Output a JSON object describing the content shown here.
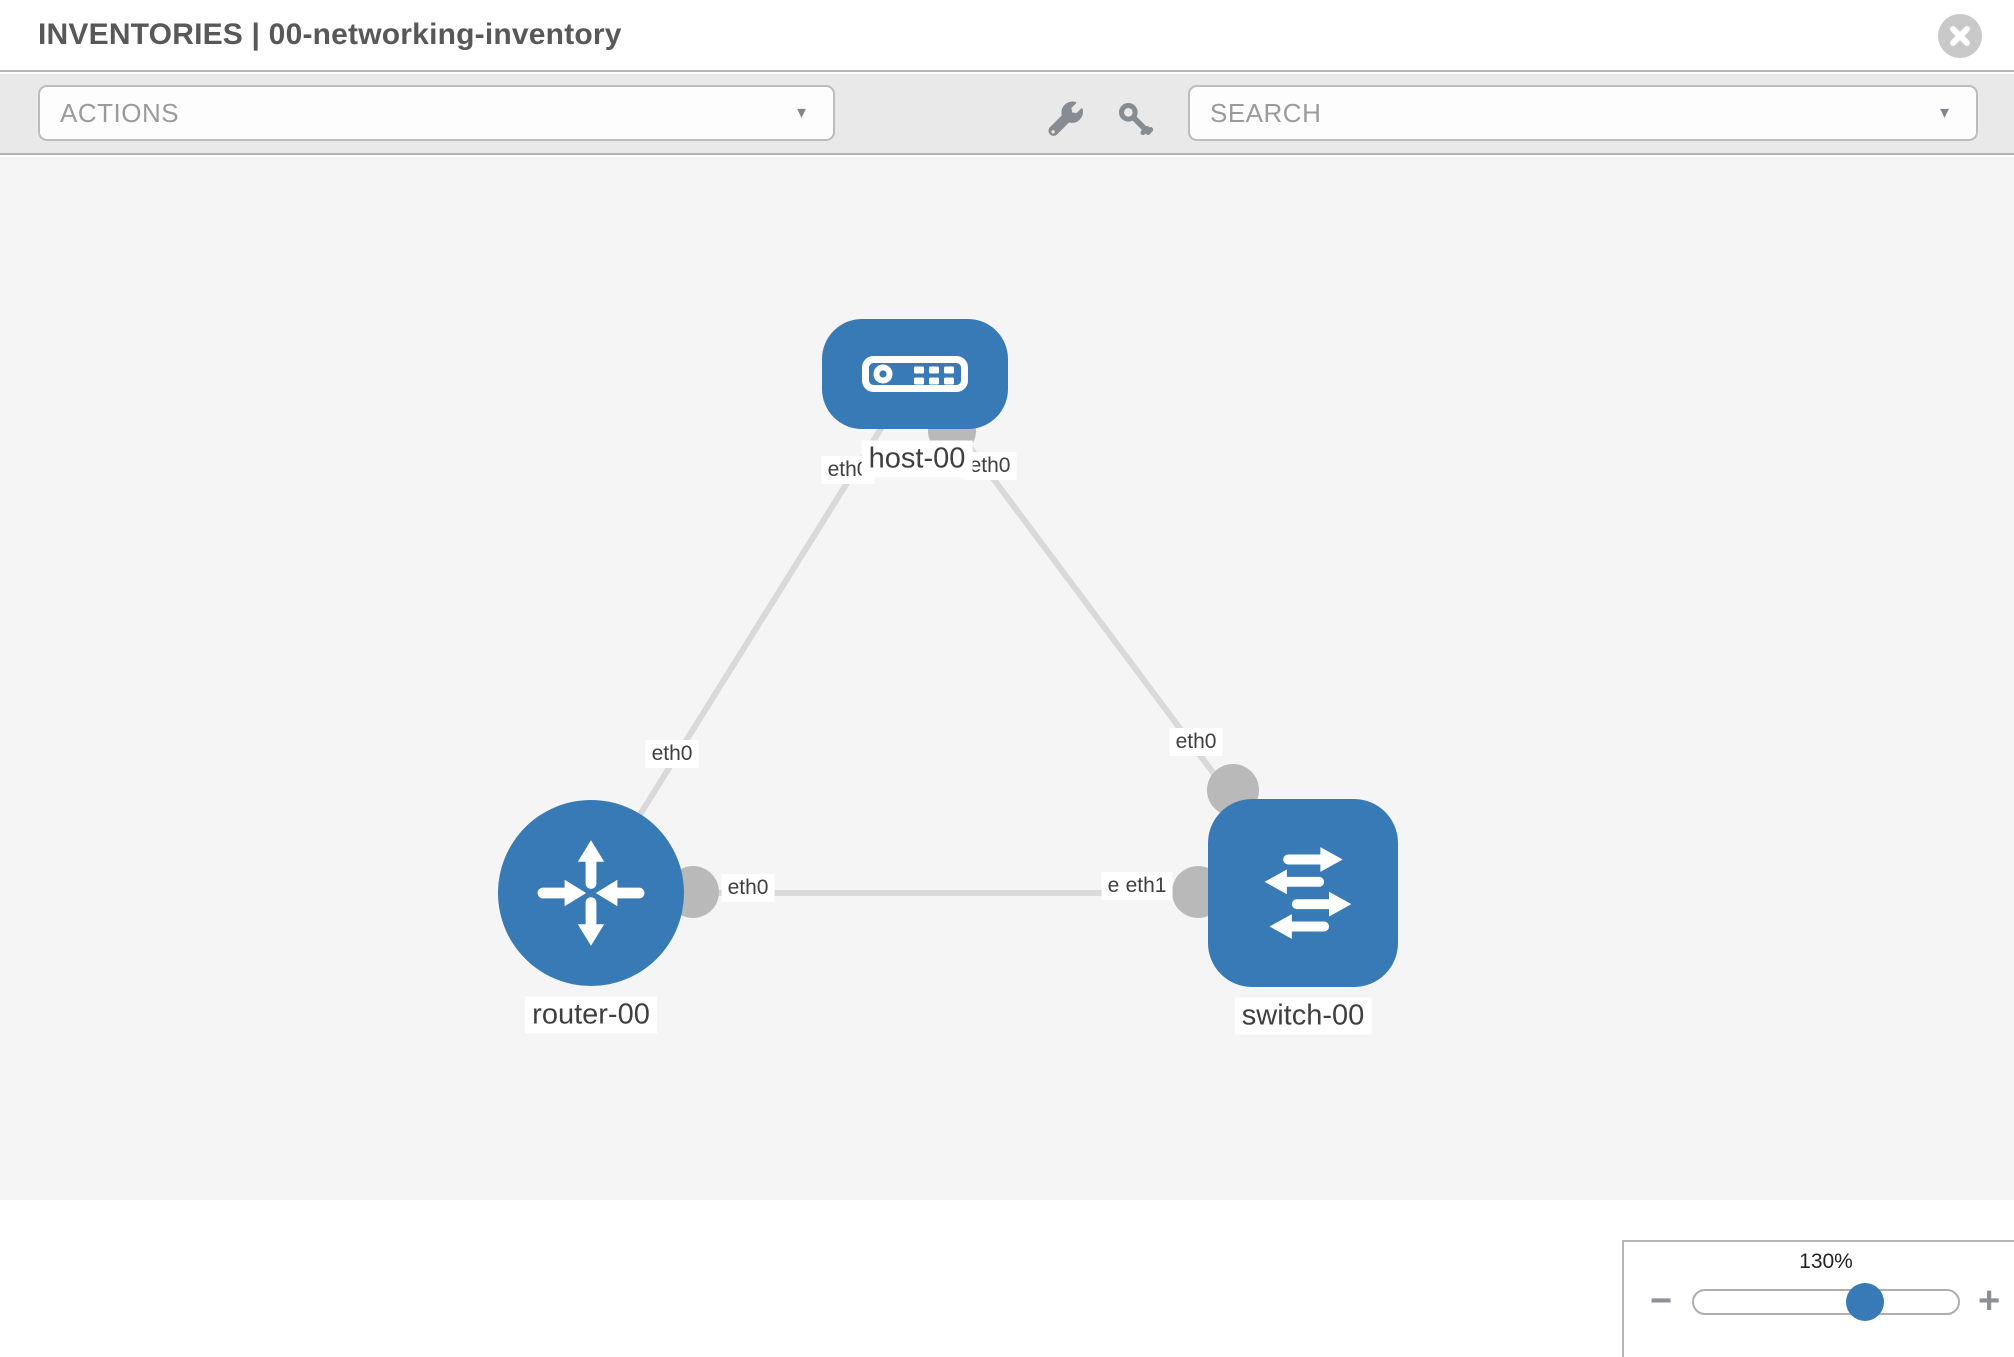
{
  "header": {
    "title": "INVENTORIES | 00-networking-inventory"
  },
  "toolbar": {
    "actions_label": "ACTIONS",
    "search_label": "SEARCH",
    "caret_glyph": "▼"
  },
  "topology": {
    "nodes": [
      {
        "id": "host-00",
        "type": "host",
        "label": "host-00"
      },
      {
        "id": "router-00",
        "type": "router",
        "label": "router-00"
      },
      {
        "id": "switch-00",
        "type": "switch",
        "label": "switch-00"
      }
    ],
    "links": [
      {
        "from": "host-00",
        "to": "router-00",
        "from_interface": "eth0",
        "to_interface": "eth0"
      },
      {
        "from": "host-00",
        "to": "switch-00",
        "from_interface": "eth0",
        "to_interface": "eth0"
      },
      {
        "from": "router-00",
        "to": "switch-00",
        "from_interface": "eth0",
        "to_interface": "eth1"
      }
    ],
    "iface_labels": [
      {
        "text": "eth0"
      },
      {
        "text": "eth0"
      },
      {
        "text": "eth0"
      },
      {
        "text": "eth0"
      },
      {
        "text": "eth0"
      },
      {
        "text": "eth0"
      },
      {
        "text": "eth1"
      }
    ]
  },
  "zoom_control": {
    "level": "130%",
    "minus_glyph": "−",
    "plus_glyph": "+"
  },
  "colors": {
    "node_blue": "#387ab6",
    "link_gray": "#d9d9d9",
    "endpoint_gray": "#b9b9b9",
    "toolbar_gray": "#e9e9ea",
    "canvas_gray": "#f5f5f6"
  }
}
